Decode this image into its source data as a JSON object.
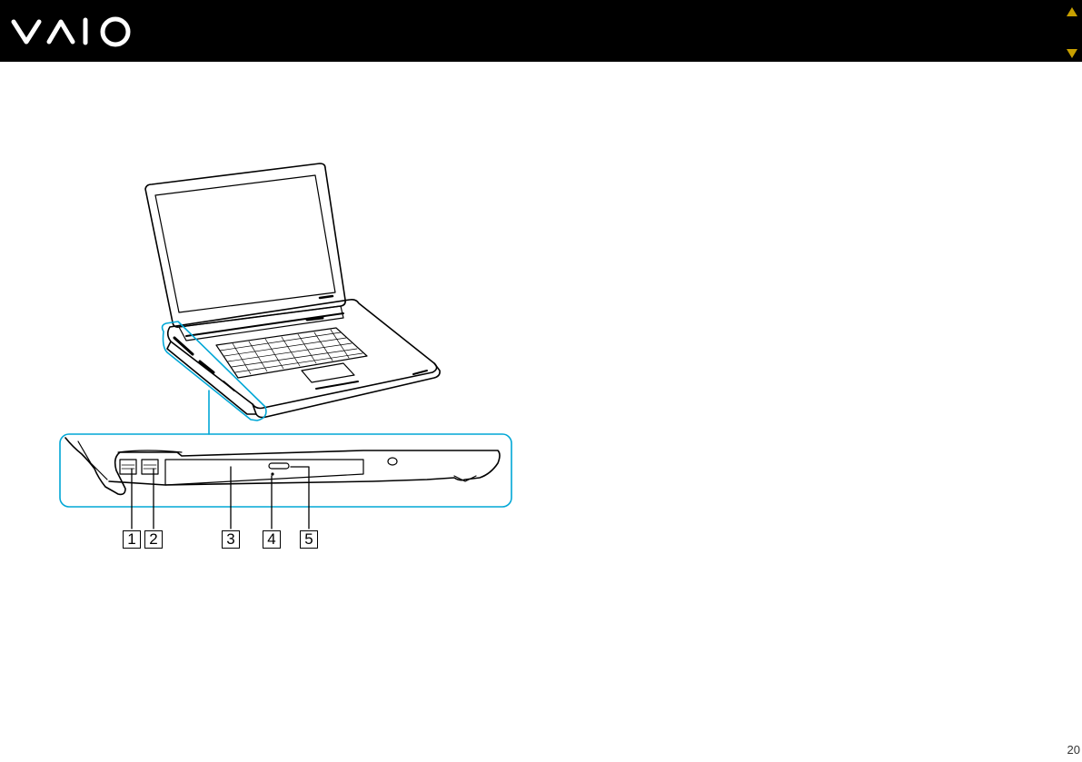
{
  "brand": {
    "logo_text": "VAIO",
    "brand_color": "#000000"
  },
  "navigation": {
    "up_icon": "triangle-up-icon",
    "down_icon": "triangle-down-icon",
    "arrow_color": "#c8a000"
  },
  "page": {
    "number": "20"
  },
  "figure": {
    "callouts": [
      "1",
      "2",
      "3",
      "4",
      "5"
    ],
    "highlight_color": "#00a7d6"
  }
}
